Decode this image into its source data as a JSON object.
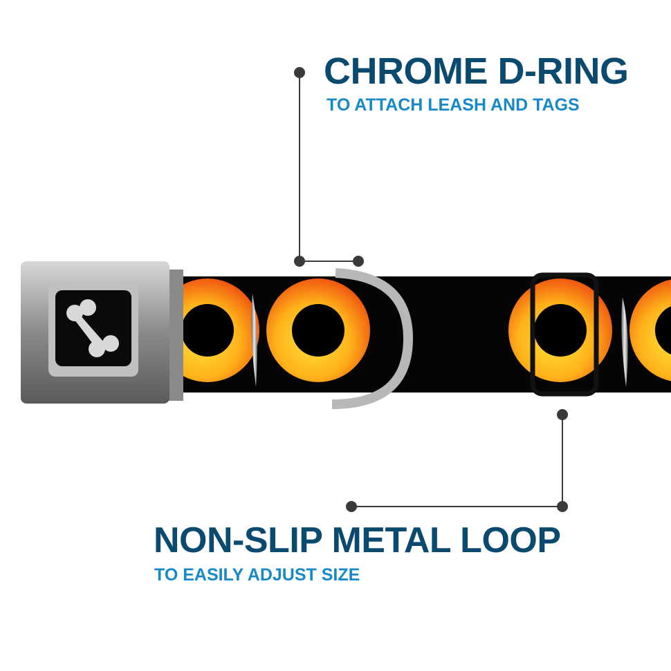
{
  "callouts": {
    "d_ring": {
      "title": "CHROME D-RING",
      "subtitle": "TO ATTACH LEASH AND TAGS"
    },
    "metal_loop": {
      "title": "NON-SLIP METAL LOOP",
      "subtitle": "TO EASILY ADJUST SIZE"
    }
  },
  "colors": {
    "title": "#0b4a6f",
    "subtitle": "#1689c6",
    "connector": "#3a3a3a"
  }
}
